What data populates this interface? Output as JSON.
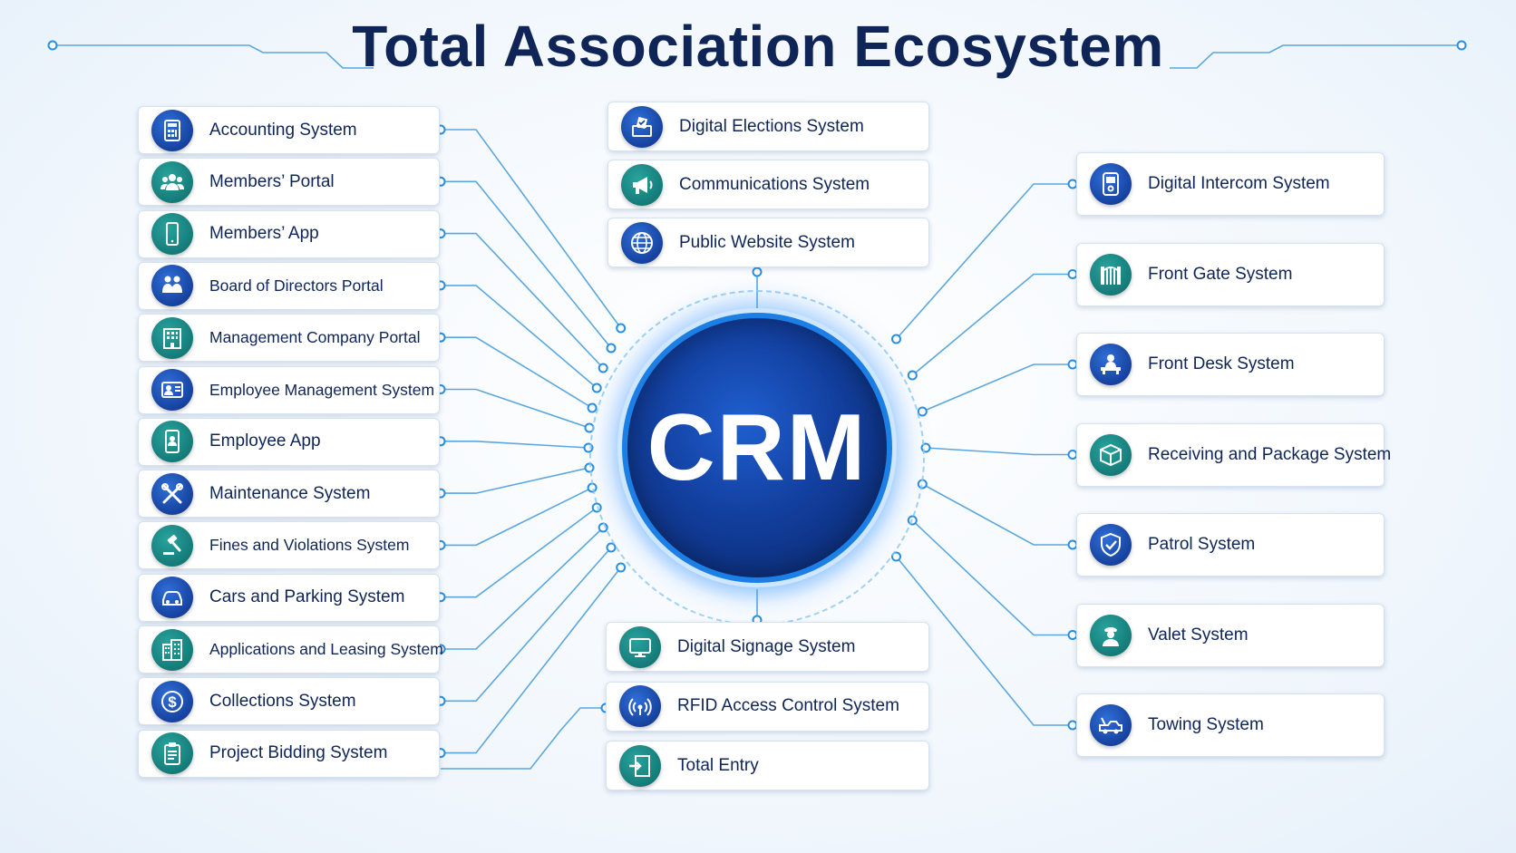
{
  "title": "Total Association Ecosystem",
  "center": {
    "label": "CRM"
  },
  "left_items": [
    {
      "label": "Accounting System",
      "icon": "calculator-icon",
      "color": "blue"
    },
    {
      "label": "Members’ Portal",
      "icon": "people-group-icon",
      "color": "teal"
    },
    {
      "label": "Members’ App",
      "icon": "smartphone-icon",
      "color": "teal"
    },
    {
      "label": "Board of Directors Portal",
      "icon": "board-members-icon",
      "color": "blue"
    },
    {
      "label": "Management Company Portal",
      "icon": "office-building-icon",
      "color": "teal"
    },
    {
      "label": "Employee Management System",
      "icon": "id-card-icon",
      "color": "blue"
    },
    {
      "label": "Employee App",
      "icon": "mobile-user-icon",
      "color": "teal"
    },
    {
      "label": "Maintenance System",
      "icon": "tools-icon",
      "color": "blue"
    },
    {
      "label": "Fines and Violations System",
      "icon": "gavel-icon",
      "color": "teal"
    },
    {
      "label": "Cars and Parking System",
      "icon": "car-icon",
      "color": "blue"
    },
    {
      "label": "Applications and Leasing System",
      "icon": "apartment-building-icon",
      "color": "teal"
    },
    {
      "label": "Collections System",
      "icon": "dollar-coin-icon",
      "color": "blue"
    },
    {
      "label": "Project Bidding System",
      "icon": "clipboard-icon",
      "color": "teal"
    }
  ],
  "center_top_items": [
    {
      "label": "Digital Elections System",
      "icon": "ballot-box-icon",
      "color": "blue"
    },
    {
      "label": "Communications System",
      "icon": "megaphone-icon",
      "color": "teal"
    },
    {
      "label": "Public Website System",
      "icon": "globe-icon",
      "color": "blue"
    }
  ],
  "center_bottom_items": [
    {
      "label": "Digital Signage System",
      "icon": "monitor-icon",
      "color": "teal"
    },
    {
      "label": "RFID Access Control System",
      "icon": "rfid-signal-icon",
      "color": "blue"
    },
    {
      "label": "Total Entry",
      "icon": "entry-door-icon",
      "color": "teal"
    }
  ],
  "right_items": [
    {
      "label": "Digital Intercom System",
      "icon": "intercom-icon",
      "color": "blue"
    },
    {
      "label": "Front Gate System",
      "icon": "gate-icon",
      "color": "teal"
    },
    {
      "label": "Front Desk System",
      "icon": "front-desk-icon",
      "color": "blue"
    },
    {
      "label": "Receiving and Package System",
      "icon": "package-box-icon",
      "color": "teal"
    },
    {
      "label": "Patrol System",
      "icon": "shield-check-icon",
      "color": "blue"
    },
    {
      "label": "Valet System",
      "icon": "valet-attendant-icon",
      "color": "teal"
    },
    {
      "label": "Towing System",
      "icon": "tow-truck-icon",
      "color": "blue"
    }
  ],
  "colors": {
    "title": "#0f2557",
    "blue_badge": "#0c2f86",
    "teal_badge": "#0c6a6a",
    "connector": "#5aa7e0",
    "crm_core": "#123f9e"
  }
}
